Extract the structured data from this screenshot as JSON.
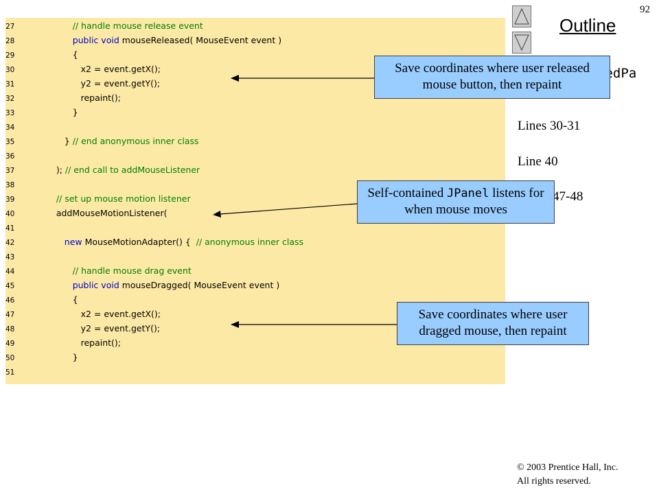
{
  "page_number": "92",
  "outline": {
    "title": "Outline",
    "file_fragment": "nedPa",
    "items": [
      "Lines 30-31",
      "Line 40",
      "47-48"
    ]
  },
  "nav": {
    "up_label": "Previous slide",
    "down_label": "Next slide"
  },
  "code": [
    {
      "n": "27",
      "segs": [
        {
          "t": "            "
        },
        {
          "t": "// handle mouse release event",
          "c": "comment"
        }
      ]
    },
    {
      "n": "28",
      "segs": [
        {
          "t": "            "
        },
        {
          "t": "public",
          "c": "kw"
        },
        {
          "t": " "
        },
        {
          "t": "void",
          "c": "kw"
        },
        {
          "t": " mouseReleased( MouseEvent event )"
        }
      ]
    },
    {
      "n": "29",
      "segs": [
        {
          "t": "            {"
        }
      ]
    },
    {
      "n": "30",
      "segs": [
        {
          "t": "               x2 = event.getX();"
        }
      ]
    },
    {
      "n": "31",
      "segs": [
        {
          "t": "               y2 = event.getY();"
        }
      ]
    },
    {
      "n": "32",
      "segs": [
        {
          "t": "               repaint();"
        }
      ]
    },
    {
      "n": "33",
      "segs": [
        {
          "t": "            }"
        }
      ]
    },
    {
      "n": "34",
      "segs": [
        {
          "t": ""
        }
      ]
    },
    {
      "n": "35",
      "segs": [
        {
          "t": "         } "
        },
        {
          "t": "// end anonymous inner class",
          "c": "comment"
        }
      ]
    },
    {
      "n": "36",
      "segs": [
        {
          "t": ""
        }
      ]
    },
    {
      "n": "37",
      "segs": [
        {
          "t": "      ); "
        },
        {
          "t": "// end call to addMouseListener",
          "c": "comment"
        }
      ]
    },
    {
      "n": "38",
      "segs": [
        {
          "t": ""
        }
      ]
    },
    {
      "n": "39",
      "segs": [
        {
          "t": "      "
        },
        {
          "t": "// set up mouse motion listener",
          "c": "comment"
        }
      ]
    },
    {
      "n": "40",
      "segs": [
        {
          "t": "      addMouseMotionListener("
        }
      ]
    },
    {
      "n": "41",
      "segs": [
        {
          "t": ""
        }
      ]
    },
    {
      "n": "42",
      "segs": [
        {
          "t": "         "
        },
        {
          "t": "new",
          "c": "kw"
        },
        {
          "t": " MouseMotionAdapter() {  "
        },
        {
          "t": "// anonymous inner class",
          "c": "comment"
        }
      ]
    },
    {
      "n": "43",
      "segs": [
        {
          "t": ""
        }
      ]
    },
    {
      "n": "44",
      "segs": [
        {
          "t": "            "
        },
        {
          "t": "// handle mouse drag event",
          "c": "comment"
        }
      ]
    },
    {
      "n": "45",
      "segs": [
        {
          "t": "            "
        },
        {
          "t": "public",
          "c": "kw"
        },
        {
          "t": " "
        },
        {
          "t": "void",
          "c": "kw"
        },
        {
          "t": " mouseDragged( MouseEvent event )"
        }
      ]
    },
    {
      "n": "46",
      "segs": [
        {
          "t": "            {"
        }
      ]
    },
    {
      "n": "47",
      "segs": [
        {
          "t": "               x2 = event.getX();"
        }
      ]
    },
    {
      "n": "48",
      "segs": [
        {
          "t": "               y2 = event.getY();"
        }
      ]
    },
    {
      "n": "49",
      "segs": [
        {
          "t": "               repaint();"
        }
      ]
    },
    {
      "n": "50",
      "segs": [
        {
          "t": "            }"
        }
      ]
    },
    {
      "n": "51",
      "segs": [
        {
          "t": ""
        }
      ]
    }
  ],
  "callouts": {
    "c1": {
      "text": "Save coordinates where user released mouse button, then repaint"
    },
    "c2": {
      "before": "Self-contained ",
      "mono": "JPanel",
      "after": " listens for when mouse moves"
    },
    "c3": {
      "text": "Save coordinates where user dragged mouse, then repaint"
    }
  },
  "footer": {
    "copyright": "© 2003 Prentice Hall, Inc.",
    "rights": "All rights reserved."
  },
  "colors": {
    "code_bg": "#fde9a6",
    "callout_bg": "#99ccff",
    "comment": "#008000",
    "keyword": "#0000cc"
  }
}
